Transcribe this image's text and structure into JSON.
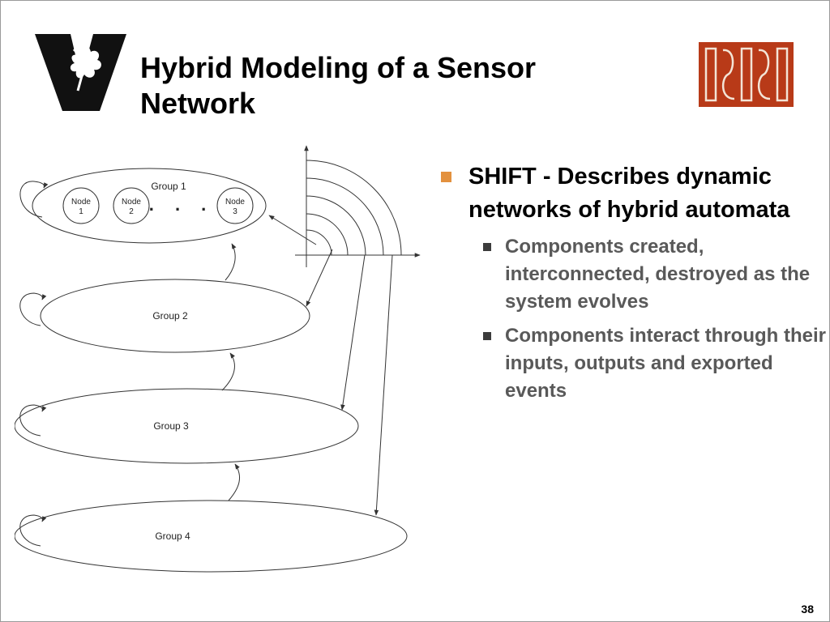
{
  "slide": {
    "title": "Hybrid Modeling of a Sensor Network",
    "page_number": "38"
  },
  "logos": {
    "left": "vanderbilt-v-logo",
    "right_text": "ISIS",
    "right_color": "#b83a18"
  },
  "diagram": {
    "groups": [
      "Group 1",
      "Group 2",
      "Group 3",
      "Group 4"
    ],
    "nodes": [
      {
        "line1": "Node",
        "line2": "1"
      },
      {
        "line1": "Node",
        "line2": "2"
      },
      {
        "line1": "Node",
        "line2": "3"
      }
    ],
    "ellipsis": ". . ."
  },
  "bullets": {
    "main": "SHIFT - Describes dynamic networks of hybrid automata",
    "subs": [
      "Components created, interconnected, destroyed as the system evolves",
      "Components interact through their inputs, outputs and exported events"
    ],
    "main_marker_color": "#e3913e",
    "sub_text_color": "#595959"
  }
}
